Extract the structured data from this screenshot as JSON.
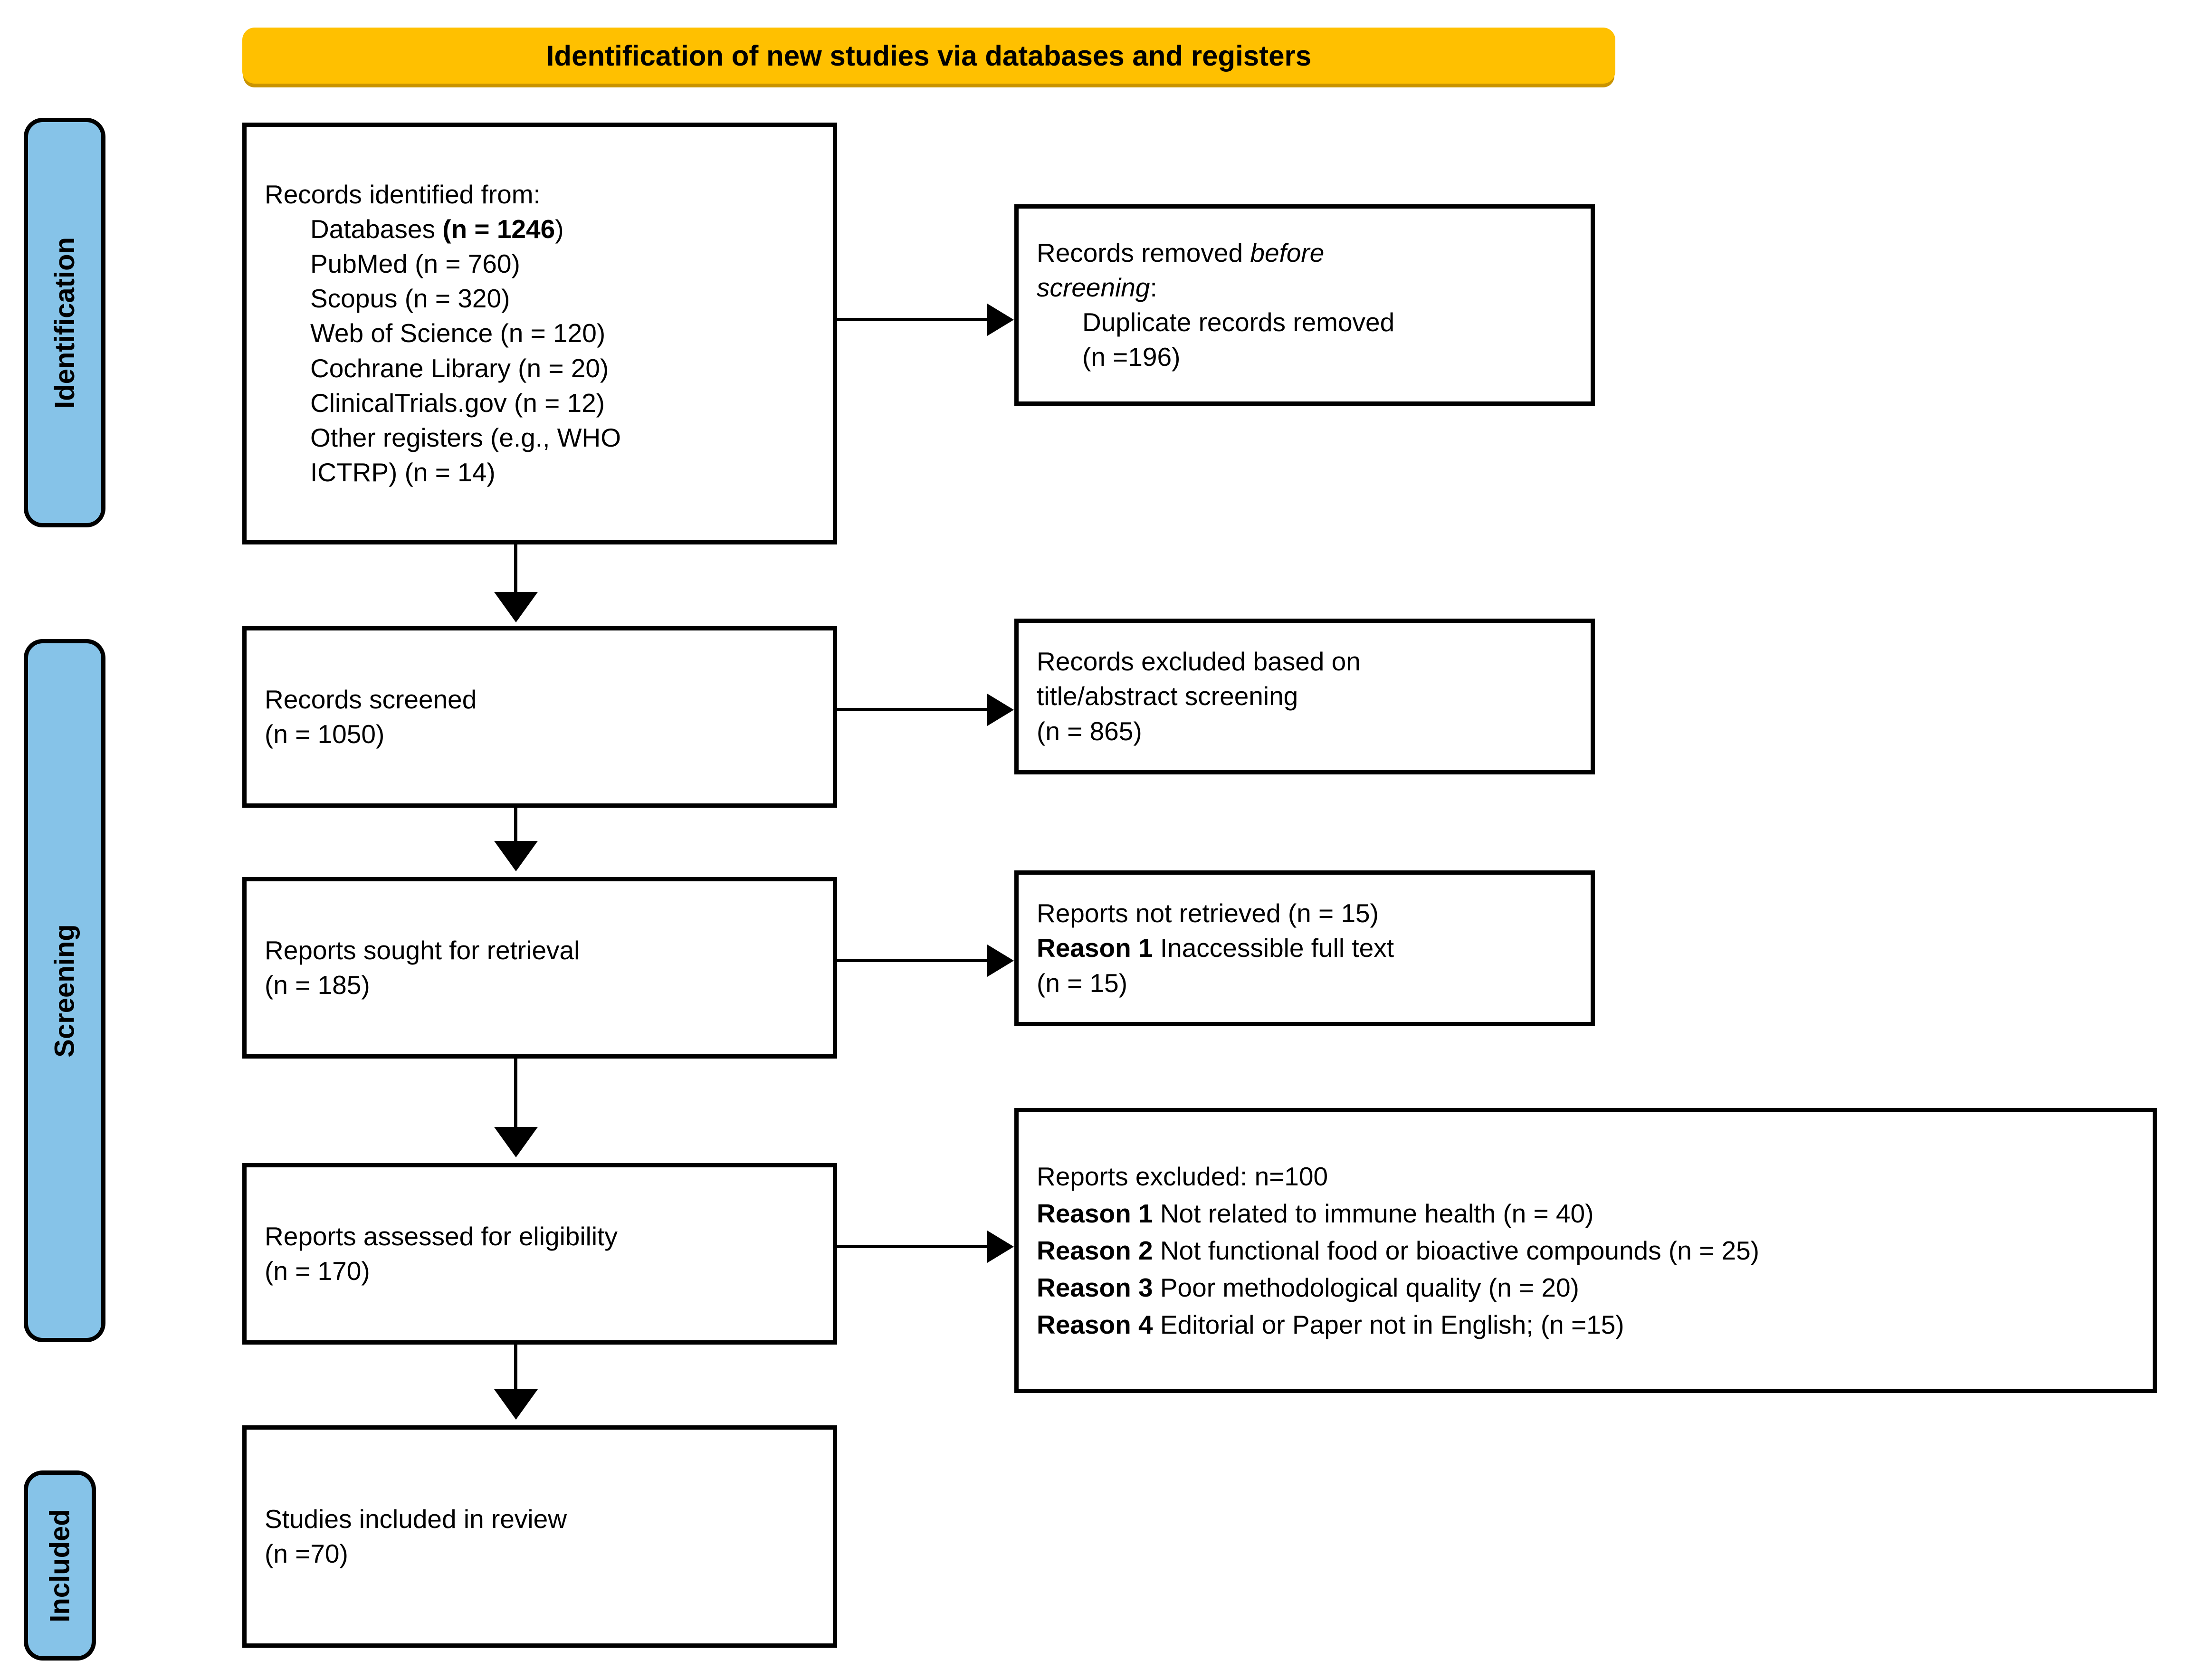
{
  "banner": {
    "title": "Identification of new studies via databases and registers"
  },
  "stages": [
    {
      "id": "identification",
      "label": "Identification"
    },
    {
      "id": "screening",
      "label": "Screening"
    },
    {
      "id": "included",
      "label": "Included"
    }
  ],
  "boxes": {
    "records_identified": {
      "title": "Records identified from:",
      "sources": [
        {
          "prefix": "Databases ",
          "count": "(n = 1246",
          "suffix": ")",
          "bold": true
        },
        {
          "prefix": "PubMed (n = 760)",
          "count": "",
          "suffix": "",
          "bold": false
        },
        {
          "prefix": "Scopus (n = 320)",
          "count": "",
          "suffix": "",
          "bold": false
        },
        {
          "prefix": "Web of Science (n = 120)",
          "count": "",
          "suffix": "",
          "bold": false
        },
        {
          "prefix": "Cochrane Library (n = 20)",
          "count": "",
          "suffix": "",
          "bold": false
        },
        {
          "prefix": "ClinicalTrials.gov (n = 12)",
          "count": "",
          "suffix": "",
          "bold": false
        },
        {
          "prefix": "Other registers (e.g., WHO",
          "count": "",
          "suffix": "",
          "bold": false
        },
        {
          "prefix": "ICTRP) (n = 14)",
          "count": "",
          "suffix": "",
          "bold": false
        }
      ]
    },
    "records_removed": {
      "line1_pre": "Records removed ",
      "line1_italic": "before",
      "line2_italic": "screening",
      "line2_post": ":",
      "line3": "Duplicate records removed",
      "line4": "(n =196)"
    },
    "records_screened": {
      "line1": "Records screened",
      "line2": "(n = 1050)"
    },
    "records_excluded": {
      "line1": "Records excluded based on",
      "line2": "title/abstract screening",
      "line3": "(n = 865)"
    },
    "reports_sought": {
      "line1": "Reports sought for retrieval",
      "line2": "(n = 185)"
    },
    "reports_not_retrieved": {
      "line1": "Reports not retrieved (n = 15)",
      "line2_bold": "Reason 1",
      "line2_rest": " Inaccessible full text",
      "line3": "(n = 15)"
    },
    "reports_assessed": {
      "line1": "Reports assessed for eligibility",
      "line2": "(n = 170)"
    },
    "reports_excluded": {
      "header": "Reports excluded: n=100",
      "reasons": [
        {
          "label": "Reason 1",
          "text": " Not related to immune health (n = 40)"
        },
        {
          "label": "Reason 2",
          "text": " Not functional food or bioactive compounds (n = 25)"
        },
        {
          "label": "Reason 3",
          "text": " Poor methodological quality (n = 20)"
        },
        {
          "label": "Reason 4",
          "text": " Editorial or Paper not in English; (n =15)"
        }
      ]
    },
    "studies_included": {
      "line1": "Studies included in review",
      "line2": "(n =70)"
    }
  },
  "colors": {
    "banner_fill": "#FFC000",
    "banner_shadow": "#C99300",
    "stage_tab_fill": "#86C3E8",
    "box_border": "#000000",
    "box_fill": "#FFFFFF"
  }
}
